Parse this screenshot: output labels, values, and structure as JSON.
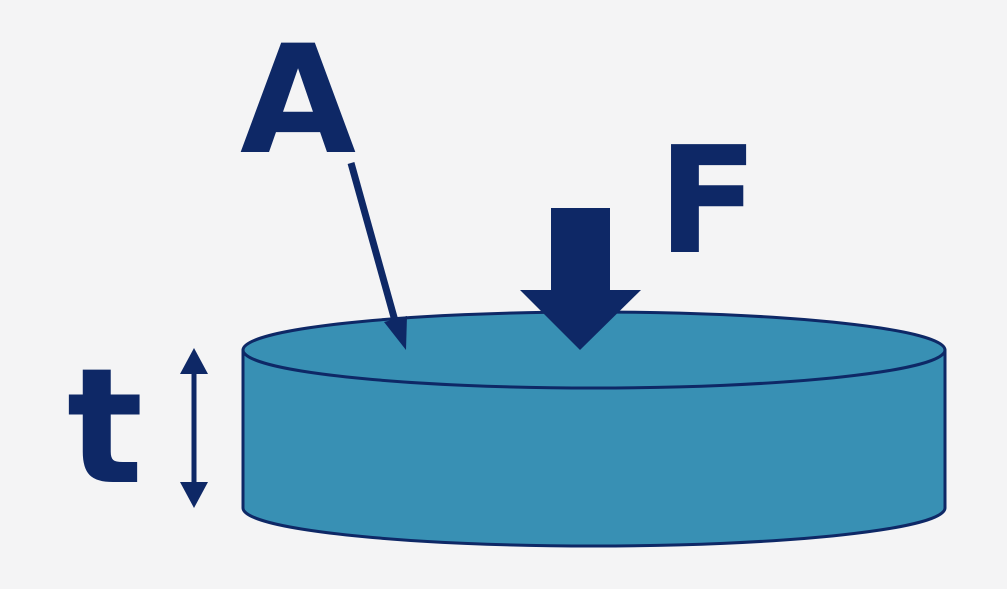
{
  "labels": {
    "area": "A",
    "force": "F",
    "thickness": "t"
  },
  "colors": {
    "background": "#f4f4f5",
    "disk_fill": "#3890b4",
    "outline": "#0e2866",
    "label": "#0e2866"
  }
}
